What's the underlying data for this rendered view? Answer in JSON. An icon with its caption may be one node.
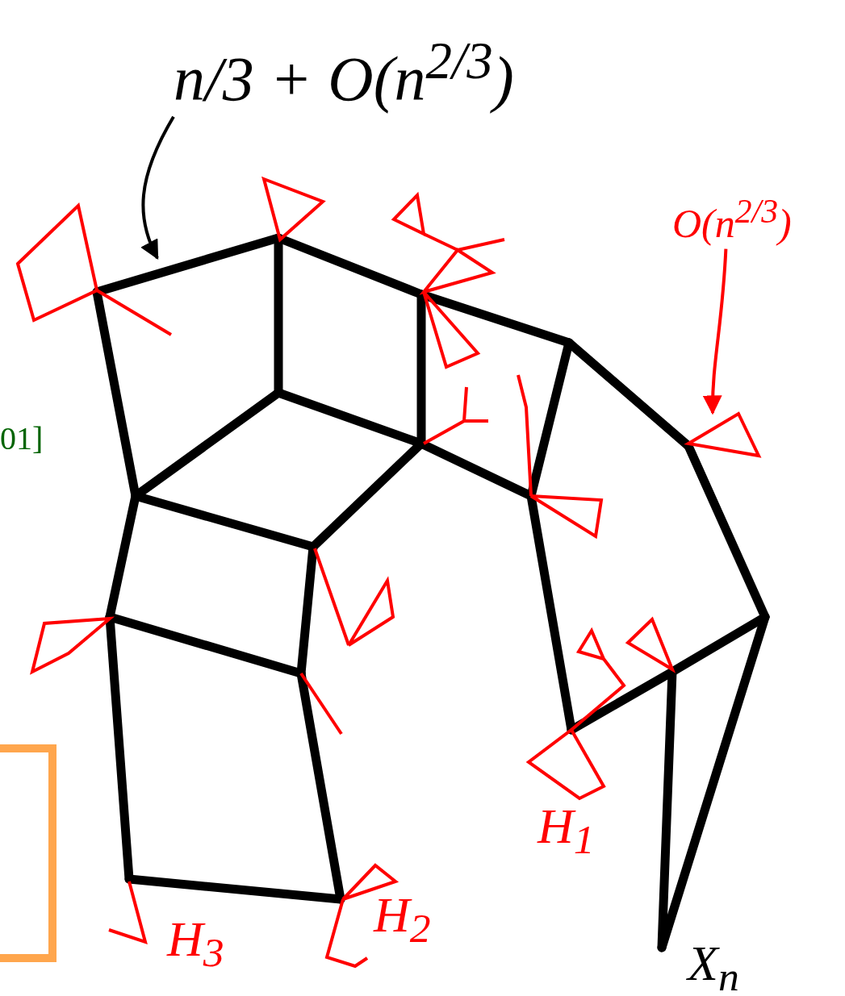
{
  "diagram": {
    "nodes": [
      {
        "text": [
          "n/3 + O(n$^{2/3}$)"
        ]
      },
      {
        "text": [
          "O(n$^{2/3}$)"
        ]
      }
    ],
    "edges": [
      {
        "from": 0,
        "to": null,
        "arrow": "to"
      },
      {
        "from": 1,
        "to": null,
        "arrow": "to",
        "color": "#ff0000"
      }
    ],
    "labels": [
      "01]",
      "H$_{1}$",
      "H$_{2}$",
      "H$_{3}$",
      "X$_{n}$"
    ]
  }
}
